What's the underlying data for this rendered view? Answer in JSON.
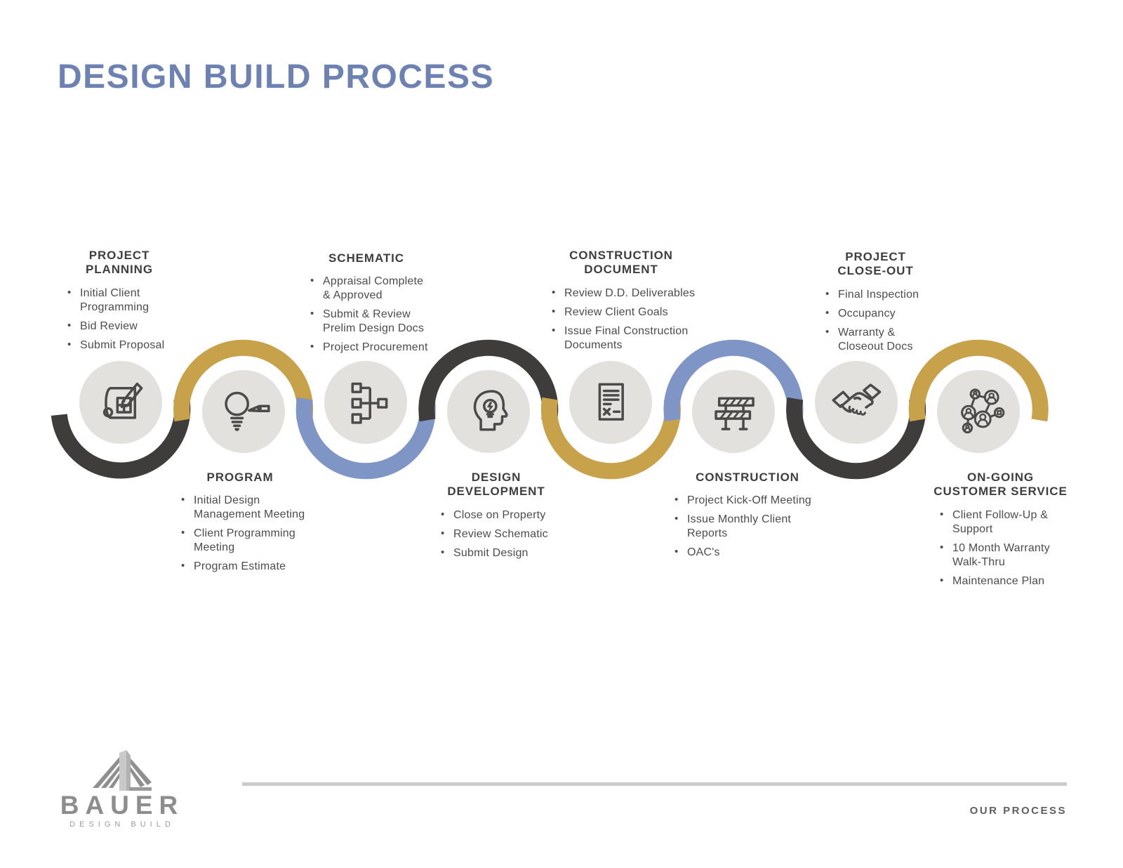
{
  "title": "DESIGN BUILD PROCESS",
  "colors": {
    "dark": "#3e3d3c",
    "gold": "#c7a24a",
    "blue": "#7e95c5",
    "title_blue": "#6d81b2",
    "circle_fill": "#e3e1dd"
  },
  "stages": [
    {
      "title_lines": [
        "PROJECT",
        "PLANNING"
      ],
      "icon": "blueprint-icon",
      "items": [
        "Initial Client Programming",
        "Bid Review",
        "Submit Proposal"
      ]
    },
    {
      "title_lines": [
        "PROGRAM"
      ],
      "icon": "lightbulb-pen-icon",
      "items": [
        "Initial Design Management Meeting",
        "Client Programming Meeting",
        "Program Estimate"
      ]
    },
    {
      "title_lines": [
        "SCHEMATIC"
      ],
      "icon": "flowchart-icon",
      "items": [
        "Appraisal Complete & Approved",
        "Submit & Review Prelim Design Docs",
        "Project Procurement"
      ]
    },
    {
      "title_lines": [
        "DESIGN",
        "DEVELOPMENT"
      ],
      "icon": "idea-head-icon",
      "items": [
        "Close on Property",
        "Review Schematic",
        "Submit Design"
      ]
    },
    {
      "title_lines": [
        "CONSTRUCTION",
        "DOCUMENT"
      ],
      "icon": "contract-document-icon",
      "items": [
        "Review D.D. Deliverables",
        "Review Client Goals",
        "Issue Final Construction Documents"
      ]
    },
    {
      "title_lines": [
        "CONSTRUCTION"
      ],
      "icon": "barricade-icon",
      "items": [
        "Project Kick-Off Meeting",
        "Issue Monthly Client Reports",
        "OAC's"
      ]
    },
    {
      "title_lines": [
        "PROJECT",
        "CLOSE-OUT"
      ],
      "icon": "handshake-icon",
      "items": [
        "Final Inspection",
        "Occupancy",
        "Warranty & Closeout Docs"
      ]
    },
    {
      "title_lines": [
        "ON-GOING",
        "CUSTOMER SERVICE"
      ],
      "icon": "network-people-icon",
      "items": [
        "Client Follow-Up & Support",
        "10 Month Warranty Walk-Thru",
        "Maintenance Plan"
      ]
    }
  ],
  "footer": {
    "brand": "BAUER",
    "tagline": "DESIGN BUILD",
    "section_label": "OUR PROCESS"
  }
}
